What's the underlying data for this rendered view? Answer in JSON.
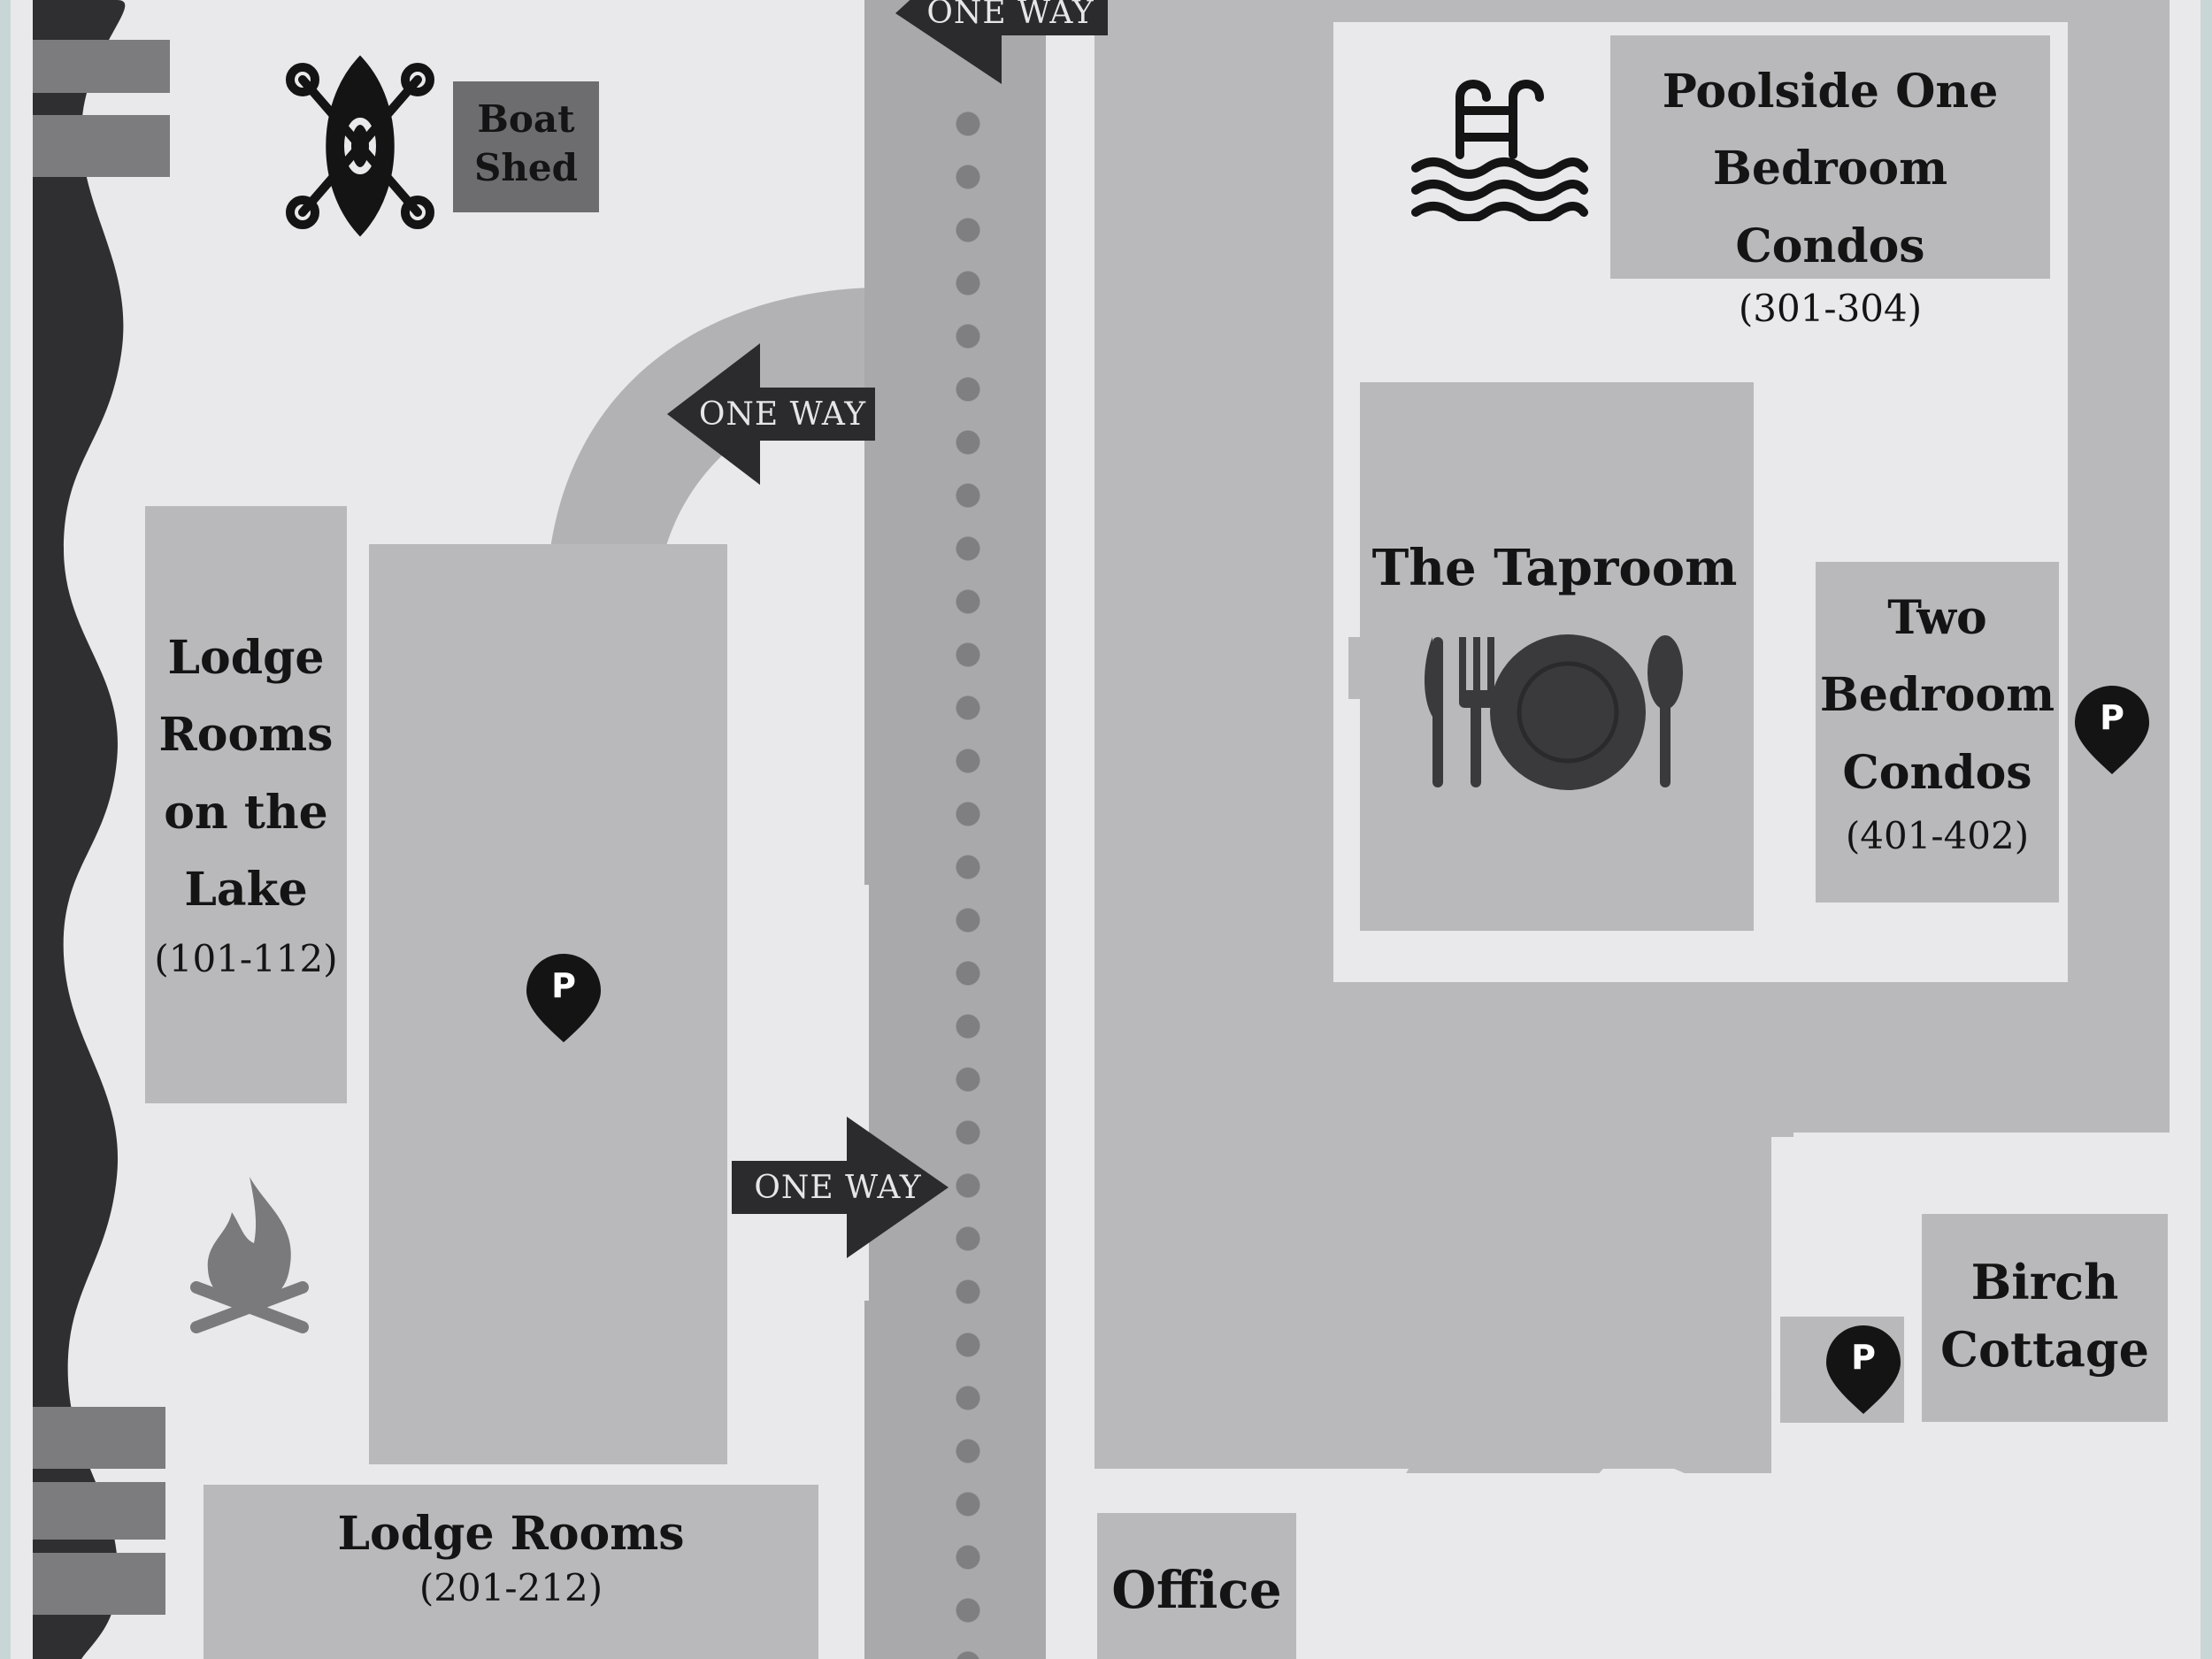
{
  "map": {
    "one_way_labels": [
      "ONE WAY",
      "ONE WAY",
      "ONE WAY"
    ],
    "boat_shed": {
      "line1": "Boat",
      "line2": "Shed",
      "icon": "kayak-icon"
    },
    "lodge_lake": {
      "line1": "Lodge",
      "line2": "Rooms",
      "line3": "on the",
      "line4": "Lake",
      "rooms": "(101-112)"
    },
    "lodge_rooms": {
      "name": "Lodge Rooms",
      "rooms": "(201-212)"
    },
    "poolside": {
      "line1": "Poolside One",
      "line2": "Bedroom Condos",
      "rooms": "(301-304)",
      "icon": "pool-ladder-icon"
    },
    "taproom": {
      "name": "The Taproom",
      "icon": "dining-icon"
    },
    "two_bedroom": {
      "line1": "Two",
      "line2": "Bedroom",
      "line3": "Condos",
      "rooms": "(401-402)"
    },
    "birch": {
      "line1": "Birch",
      "line2": "Cottage"
    },
    "office": {
      "name": "Office"
    },
    "parking_label": "P",
    "campfire_icon": "campfire-icon",
    "colors": {
      "paper": "#e9e9ec",
      "building": "#b9b9bc",
      "road": "#a9a9ac",
      "dark": "#2b2b2d",
      "water": "#2f2f31"
    }
  }
}
